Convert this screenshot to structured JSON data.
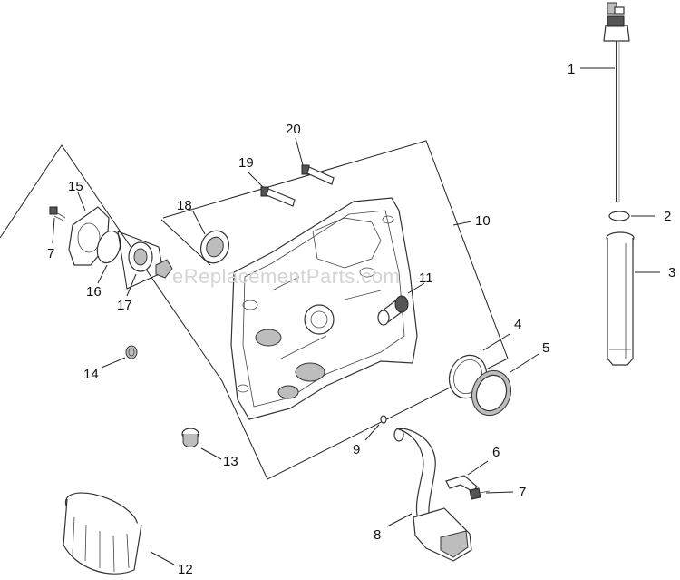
{
  "watermark": "eReplacementParts.com",
  "callouts": {
    "c1": "1",
    "c2": "2",
    "c3": "3",
    "c4": "4",
    "c5": "5",
    "c6": "6",
    "c7a": "7",
    "c7b": "7",
    "c8": "8",
    "c9": "9",
    "c10": "10",
    "c11": "11",
    "c12": "12",
    "c13": "13",
    "c14": "14",
    "c15": "15",
    "c16": "16",
    "c17": "17",
    "c18": "18",
    "c19": "19",
    "c20": "20"
  },
  "colors": {
    "line": "#222222",
    "watermark": "#d4d4d4",
    "background": "#ffffff"
  }
}
